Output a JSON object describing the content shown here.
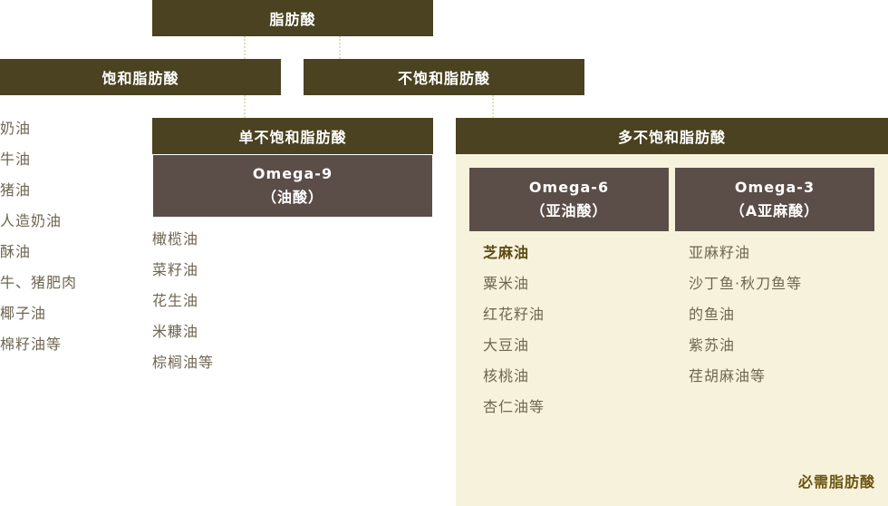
{
  "nodes": {
    "root": "脂肪酸",
    "saturated": "饱和脂肪酸",
    "unsaturated": "不饱和脂肪酸",
    "mono": "单不饱和脂肪酸",
    "poly": "多不饱和脂肪酸",
    "omega9": {
      "name": "Omega-9",
      "sub": "（油酸）"
    },
    "omega6": {
      "name": "Omega-6",
      "sub": "（亚油酸）"
    },
    "omega3": {
      "name": "Omega-3",
      "sub": "（A亚麻酸）"
    }
  },
  "lists": {
    "saturated": [
      "奶油",
      "牛油",
      "猪油",
      "人造奶油",
      "酥油",
      "牛、猪肥肉",
      "椰子油",
      "棉籽油等"
    ],
    "omega9": [
      "橄榄油",
      "菜籽油",
      "花生油",
      "米糠油",
      "棕榈油等"
    ],
    "omega6": [
      "芝麻油",
      "粟米油",
      "红花籽油",
      "大豆油",
      "核桃油",
      "杏仁油等"
    ],
    "omega3": [
      "亚麻籽油",
      "沙丁鱼·秋刀鱼等",
      "的鱼油",
      "紫苏油",
      "荏胡麻油等"
    ]
  },
  "essential_label": "必需脂肪酸",
  "colors": {
    "header": "#4a4220",
    "omega_box": "#5b4d48",
    "essential_bg": "#f7f2dc",
    "list_text": "#6e6652",
    "highlight_text": "#5a4a12"
  }
}
